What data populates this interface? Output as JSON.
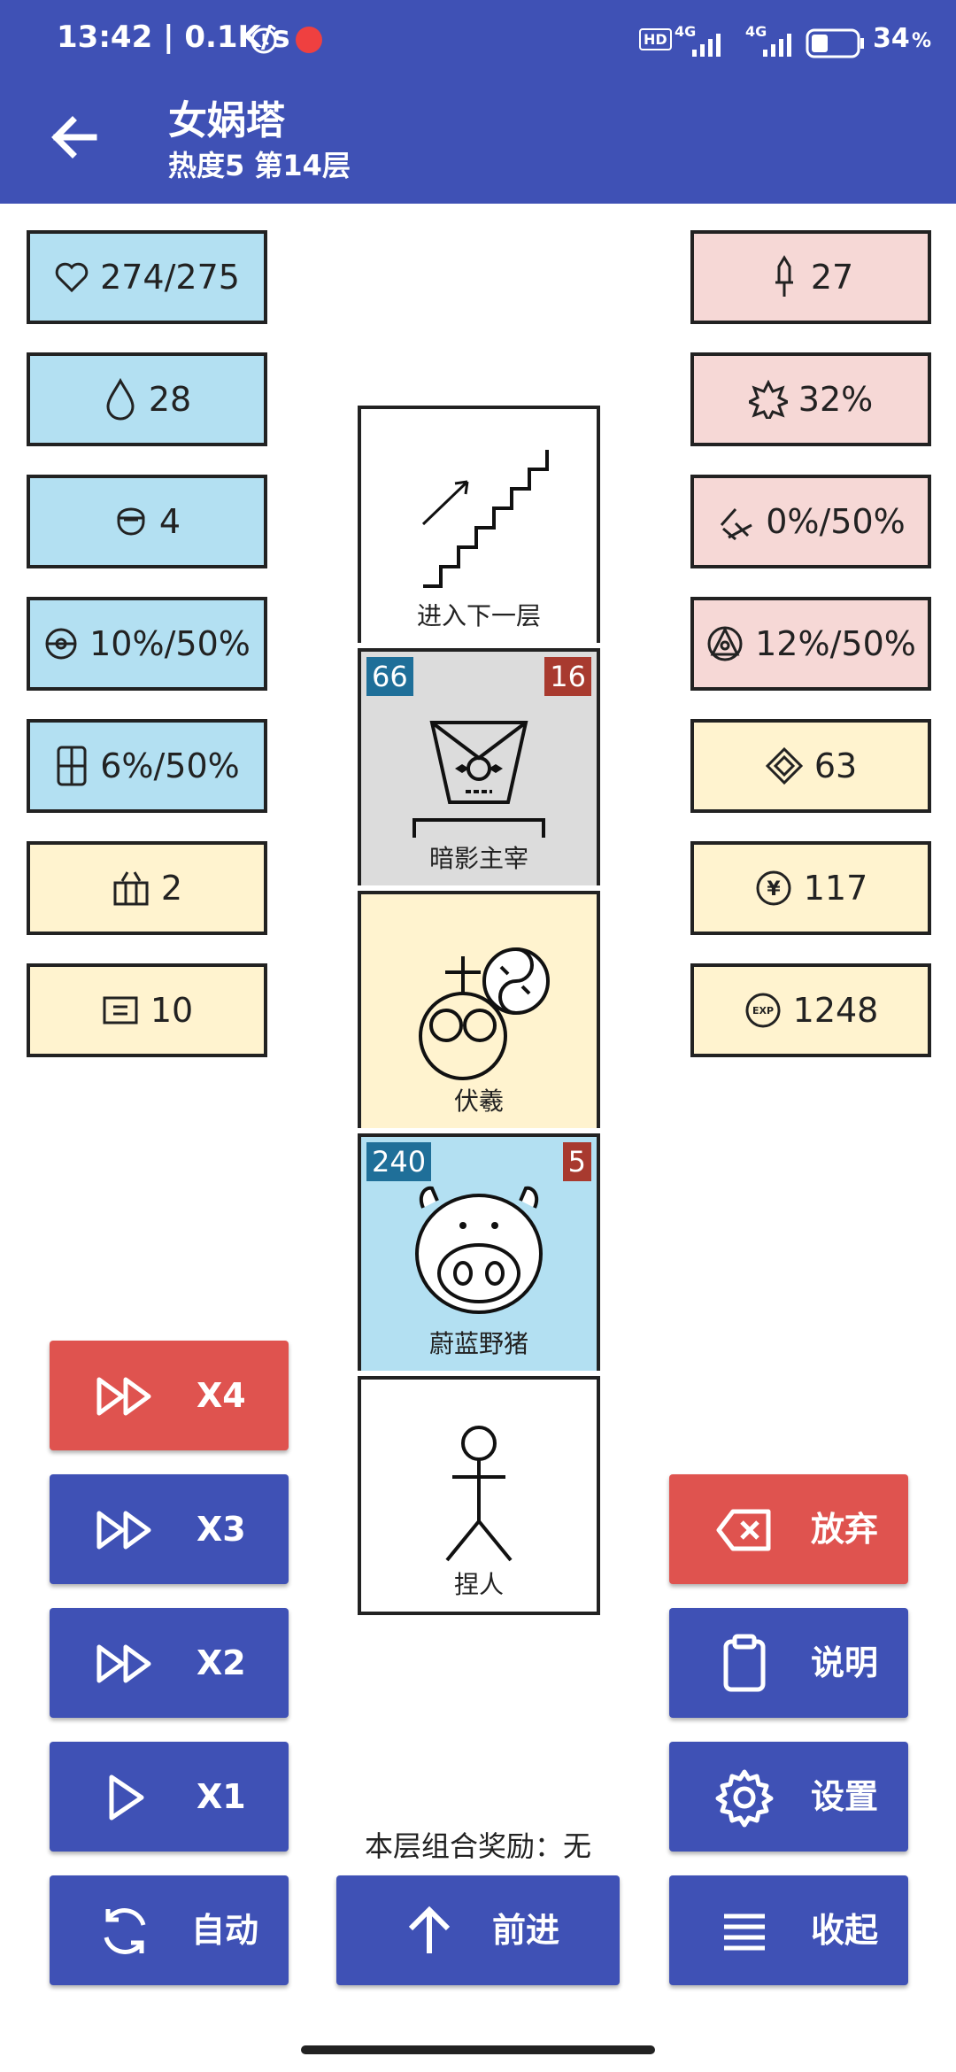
{
  "status_bar": {
    "time_speed": "13:42 | 0.1K/s",
    "network1": "4G",
    "network2": "4G",
    "hd": "HD",
    "battery": "34",
    "battery_unit": "%"
  },
  "header": {
    "title": "女娲塔",
    "subtitle": "热度5 第14层"
  },
  "left_stats": [
    {
      "icon": "heart-icon",
      "value": "274/275"
    },
    {
      "icon": "drop-icon",
      "value": "28"
    },
    {
      "icon": "helmet-icon",
      "value": "4"
    },
    {
      "icon": "disc-icon",
      "value": "10%/50%"
    },
    {
      "icon": "shield-icon",
      "value": "6%/50%"
    },
    {
      "icon": "tower-icon",
      "value": "2"
    },
    {
      "icon": "card-icon",
      "value": "10"
    }
  ],
  "right_stats": [
    {
      "icon": "sword-icon",
      "value": "27"
    },
    {
      "icon": "burst-icon",
      "value": "32%"
    },
    {
      "icon": "slash-icon",
      "value": "0%/50%"
    },
    {
      "icon": "triangle-circle-icon",
      "value": "12%/50%"
    },
    {
      "icon": "diamond-icon",
      "value": "63"
    },
    {
      "icon": "yen-icon",
      "value": "117",
      "symbol": "¥"
    },
    {
      "icon": "exp-icon",
      "value": "1248",
      "symbol": "EXP"
    }
  ],
  "tower": [
    {
      "name": "进入下一层",
      "icon": "stairs-icon"
    },
    {
      "name": "暗影主宰",
      "icon": "shadow-mask-icon",
      "left_badge": "66",
      "right_badge": "16"
    },
    {
      "name": "伏羲",
      "icon": "fuxi-icon"
    },
    {
      "name": "蔚蓝野猪",
      "icon": "boar-icon",
      "left_badge": "240",
      "right_badge": "5"
    },
    {
      "name": "捏人",
      "icon": "stick-figure-icon"
    }
  ],
  "speed_buttons": [
    {
      "label": "X4",
      "icon": "fast-forward-icon"
    },
    {
      "label": "X3",
      "icon": "fast-forward-icon"
    },
    {
      "label": "X2",
      "icon": "fast-forward-icon"
    },
    {
      "label": "X1",
      "icon": "play-icon"
    }
  ],
  "bottom_buttons": {
    "auto": "自动",
    "advance": "前进",
    "collapse": "收起"
  },
  "right_buttons": {
    "abandon": "放弃",
    "info": "说明",
    "settings": "设置"
  },
  "reward_text": "本层组合奖励：无",
  "colors": {
    "primary": "#3f51b5",
    "danger": "#df534f",
    "stat_blue": "#b3e0f2",
    "stat_pink": "#f6d8d6",
    "stat_cream": "#fff3cf",
    "enemy_grey": "#dcdcdc",
    "badge_blue": "#1f6f99",
    "badge_red": "#a83a2f"
  }
}
